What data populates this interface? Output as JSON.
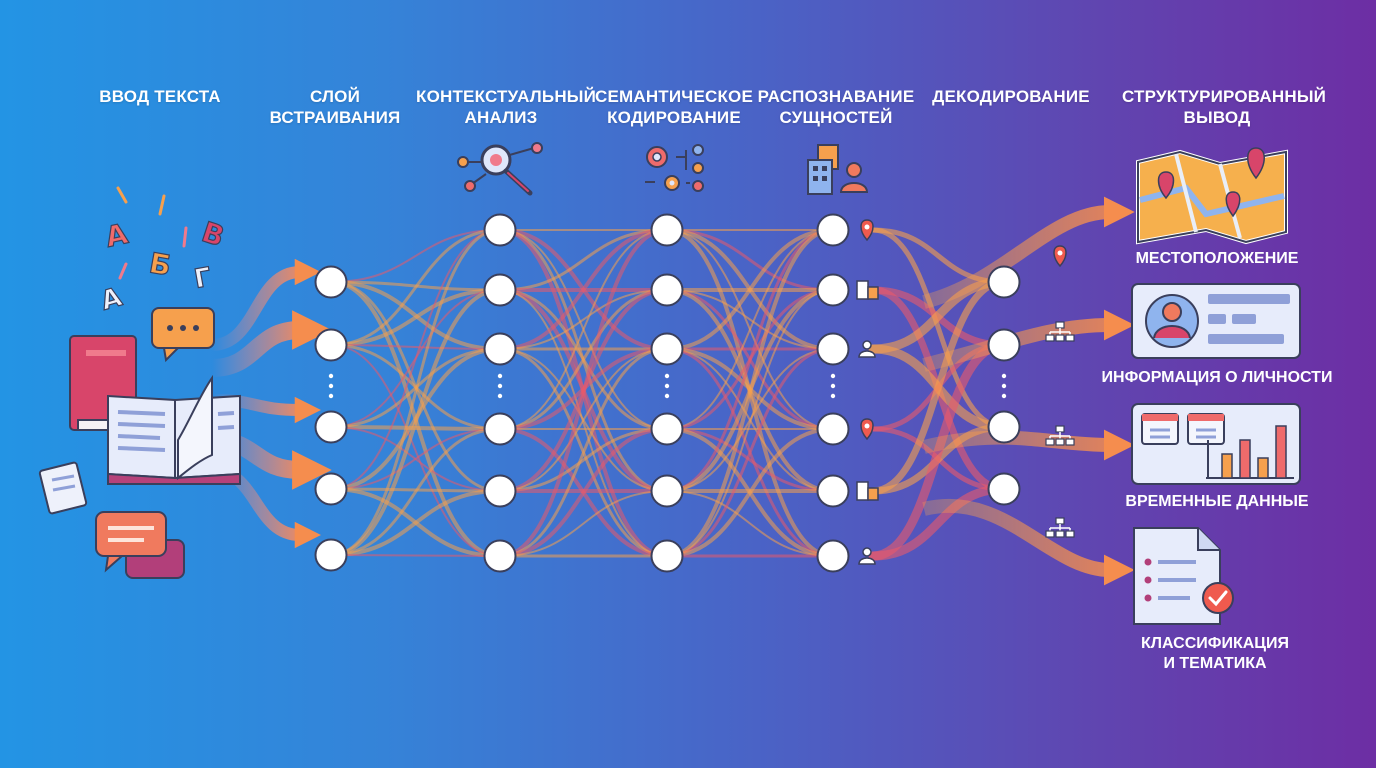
{
  "stages": [
    "ВВОД ТЕКСТА",
    "СЛОЙ\nВСТРАИВАНИЯ",
    "КОНТЕКСТУАЛЬНЫЙ\nАНАЛИЗ",
    "СЕМАНТИЧЕСКОЕ\nКОДИРОВАНИЕ",
    "РАСПОЗНАВАНИЕ\nСУЩНОСТЕЙ",
    "ДЕКОДИРОВАНИЕ",
    "СТРУКТУРИРОВАННЫЙ\nВЫВОД"
  ],
  "letters": [
    "А",
    "Б",
    "В",
    "Г",
    "А"
  ],
  "outputs": [
    "МЕСТОПОЛОЖЕНИЕ",
    "ИНФОРМАЦИЯ О ЛИЧНОСТИ",
    "ВРЕМЕННЫЕ ДАННЫЕ",
    "КЛАССИФИКАЦИЯ\nИ ТЕМАТИКА"
  ],
  "icons": {
    "analysis": "magnifier-network-icon",
    "encoding": "gears-network-icon",
    "entities": "building-person-icon",
    "entity_markers": [
      "location-pin-icon",
      "building-icon",
      "person-icon",
      "location-pin-icon",
      "building-icon",
      "person-icon"
    ],
    "decoder_markers": [
      "location-pin-icon",
      "hierarchy-icon",
      "hierarchy-icon",
      "hierarchy-icon"
    ],
    "outputs": [
      "map-icon",
      "id-card-icon",
      "calendar-chart-icon",
      "checked-document-icon"
    ]
  },
  "colors": {
    "flow_orange": "#f6a04d",
    "flow_red": "#ea5a6a",
    "node_fill": "#ffffff",
    "node_stroke": "#3a3f5c"
  }
}
